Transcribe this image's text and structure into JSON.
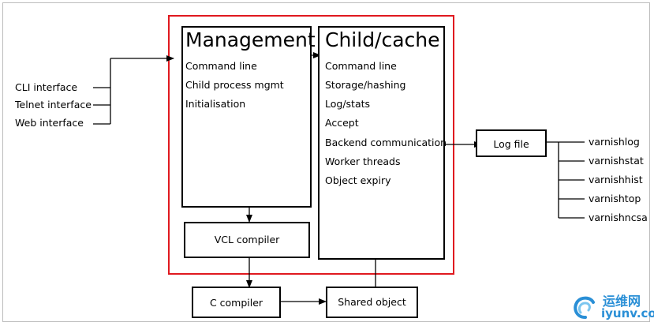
{
  "inputs": [
    "CLI interface",
    "Telnet interface",
    "Web interface"
  ],
  "management": {
    "title": "Management",
    "items": [
      "Command line",
      "Child process mgmt",
      "Initialisation"
    ]
  },
  "child": {
    "title": "Child/cache",
    "items": [
      "Command line",
      "Storage/hashing",
      "Log/stats",
      "Accept",
      "Backend communication",
      "Worker threads",
      "Object expiry"
    ]
  },
  "vcl_compiler": "VCL compiler",
  "c_compiler": "C compiler",
  "shared_object": "Shared object",
  "log_file": "Log file",
  "tools": [
    "varnishlog",
    "varnishstat",
    "varnishhist",
    "varnishtop",
    "varnishncsa"
  ],
  "watermark": {
    "title": "运维网",
    "domain": "iyunv.com"
  },
  "colors": {
    "container_border": "#e0191f",
    "watermark": "#2a8fd6"
  }
}
